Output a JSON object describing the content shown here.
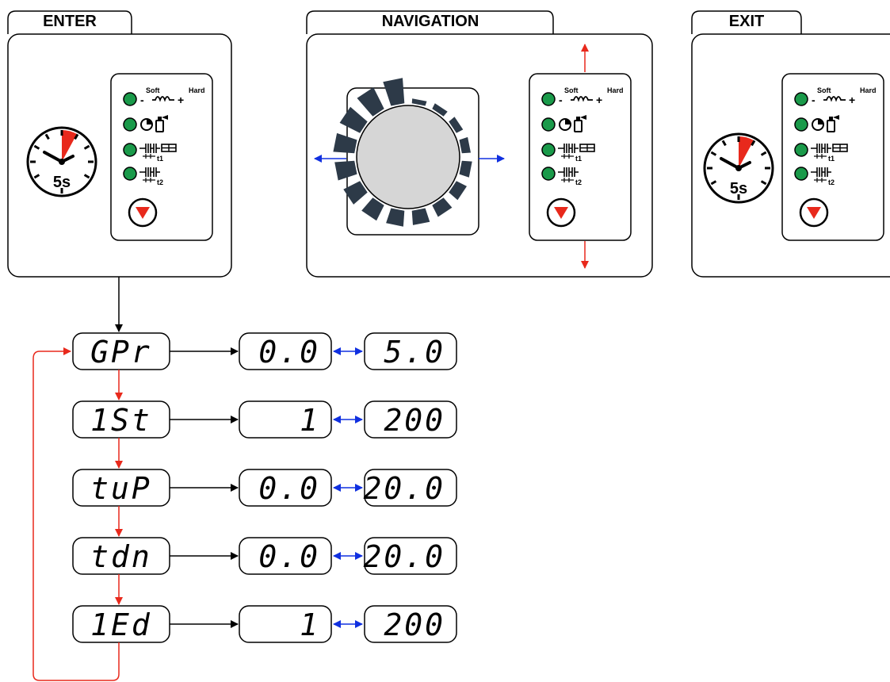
{
  "panels": {
    "enter": {
      "title": "ENTER"
    },
    "navigation": {
      "title": "NAVIGATION"
    },
    "exit": {
      "title": "EXIT"
    }
  },
  "control_panel": {
    "soft_label": "Soft",
    "hard_label": "Hard",
    "minus": "-",
    "plus": "+",
    "t1_label": "t1",
    "t2_label": "t2",
    "led_color": "#1a9a4a"
  },
  "timer": {
    "label": "5s",
    "accent": "#e8291c"
  },
  "arrows": {
    "red": "#e8291c",
    "blue": "#1030e0"
  },
  "parameters": [
    {
      "code": "GPr",
      "min": "0.0",
      "max": "5.0"
    },
    {
      "code": "1St",
      "min": "1",
      "max": "200"
    },
    {
      "code": "tuP",
      "min": "0.0",
      "max": "20.0"
    },
    {
      "code": "tdn",
      "min": "0.0",
      "max": "20.0"
    },
    {
      "code": "1Ed",
      "min": "1",
      "max": "200"
    }
  ]
}
